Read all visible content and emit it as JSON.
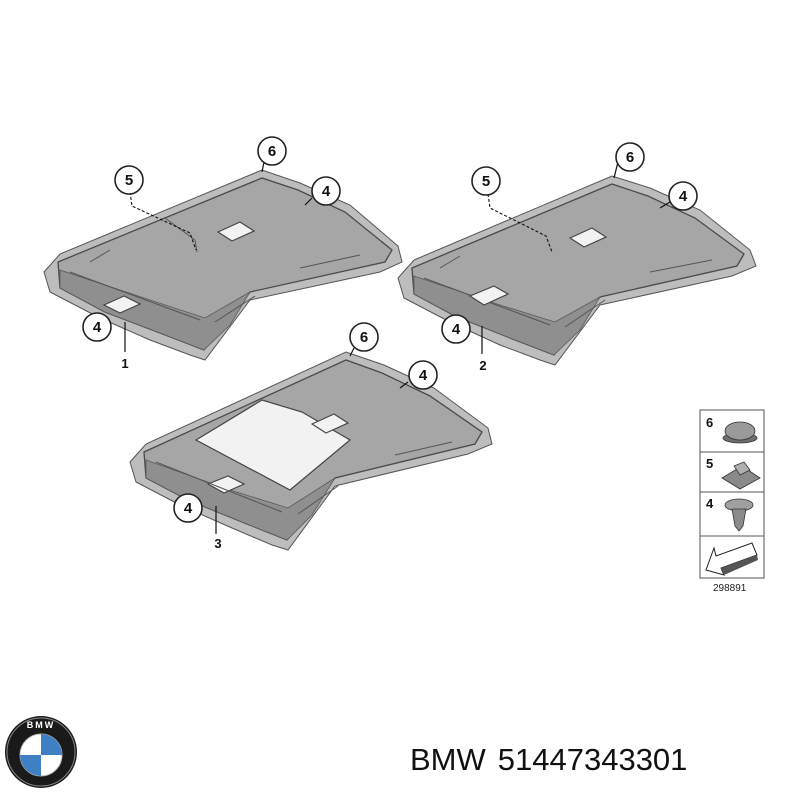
{
  "callouts": {
    "a": {
      "top": "6",
      "right": "4",
      "left": "5",
      "bottom": "4",
      "part": "1"
    },
    "b": {
      "top": "6",
      "right": "4",
      "left": "5",
      "bottom": "4",
      "part": "2"
    },
    "c": {
      "top": "6",
      "right": "4",
      "bottom": "4",
      "part": "3"
    }
  },
  "legend": {
    "items": [
      {
        "number": "6",
        "icon": "round-cap-clip-icon"
      },
      {
        "number": "5",
        "icon": "square-clip-icon"
      },
      {
        "number": "4",
        "icon": "push-rivet-icon"
      }
    ],
    "direction_icon": "front-direction-arrow-icon",
    "reference": "298891"
  },
  "caption": {
    "brand": "BMW",
    "part_number": "51447343301"
  },
  "colors": {
    "liner": "#a6a6a6",
    "outline": "#4a4a4a",
    "background": "#ffffff"
  }
}
